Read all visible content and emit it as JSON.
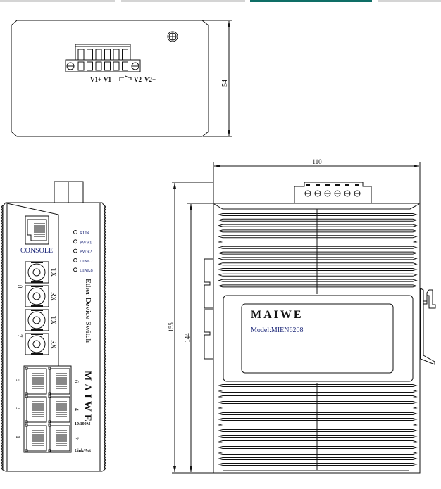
{
  "top_view": {
    "terminal_labels": [
      "V1+",
      "V1-",
      "V2-",
      "V2+"
    ],
    "dimension_height": "54"
  },
  "front_view": {
    "console_label": "CONSOLE",
    "leds": [
      "RUN",
      "PWR1",
      "PWR2",
      "LINK7",
      "LINK8"
    ],
    "fiber_labels": [
      "TX",
      "RX",
      "TX",
      "RX"
    ],
    "fiber_port_numbers": [
      "8",
      "7"
    ],
    "product_text": "Ether Device Switch",
    "brand": "MAIWE",
    "rj45_left_numbers": [
      "5",
      "3",
      "1"
    ],
    "rj45_right_numbers": [
      "6",
      "4",
      "2"
    ],
    "speed_label": "10/100M",
    "link_label": "Link/Act"
  },
  "side_view": {
    "dimension_width": "110",
    "dimension_total_height": "155",
    "dimension_body_height": "144",
    "brand": "MAIWE",
    "model": "Model:MIEN6208"
  },
  "colors": {
    "accent_tab": "#0e6e66",
    "label_blue": "#1f2a7a"
  }
}
